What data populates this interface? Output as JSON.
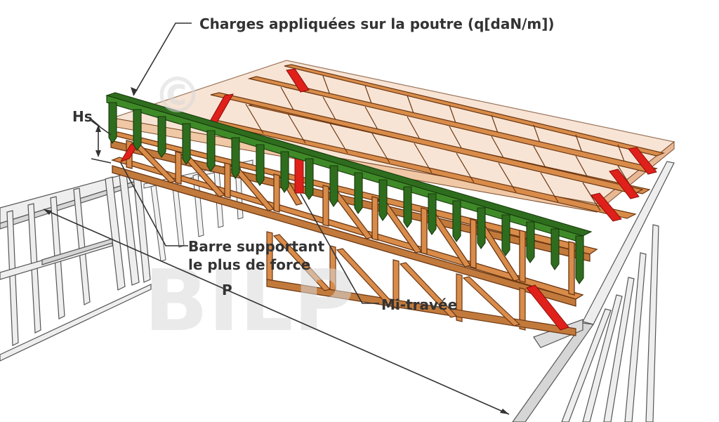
{
  "labels": {
    "charges": "Charges appliquées sur la poutre (q[daN/m])",
    "hs": "Hs",
    "barre_line1": "Barre supportant",
    "barre_line2": "le plus de force",
    "p": "P",
    "mi_travee": "Mi-travée"
  },
  "watermark": {
    "text": "BILP",
    "symbol": "©"
  },
  "colors": {
    "timber": "#d98c4a",
    "timber_dark": "#8a4a1c",
    "load_bars": "#2f6d1e",
    "highlight": "#e0201a",
    "wall_frame": "#e8e8e8",
    "annotation": "#333333"
  }
}
